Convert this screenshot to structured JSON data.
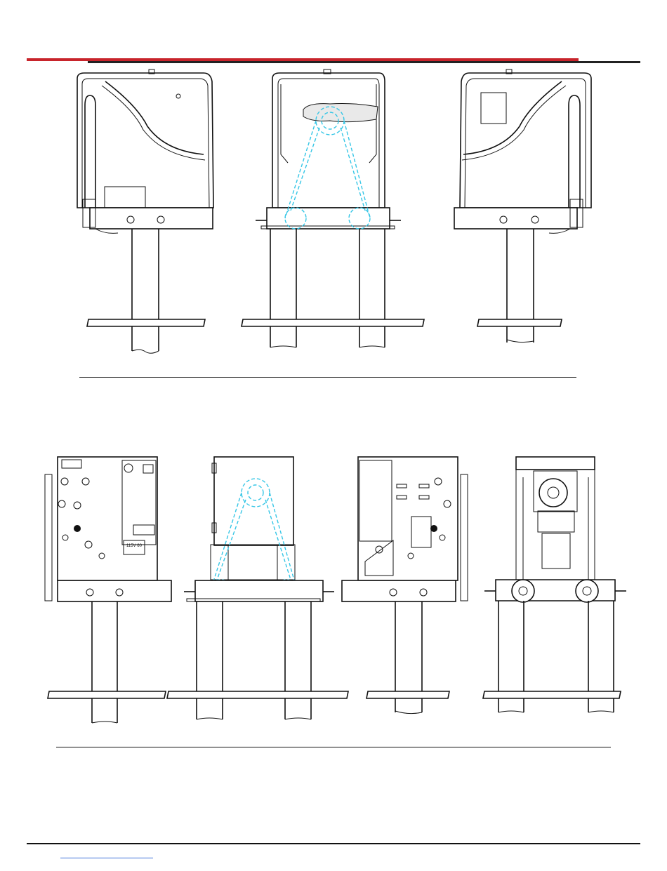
{
  "document": {
    "figure_top": {
      "views": [
        "left-side-view",
        "front-view",
        "right-side-view"
      ]
    },
    "figure_bottom": {
      "views": [
        "left-open-view",
        "front-open-view",
        "right-open-view",
        "rear-open-view"
      ],
      "label_plate_text": "115V 60"
    },
    "colors": {
      "accent_red": "#c8242b",
      "belt_cyan": "#35c6e6",
      "link_blue": "#3b6fd8"
    }
  }
}
